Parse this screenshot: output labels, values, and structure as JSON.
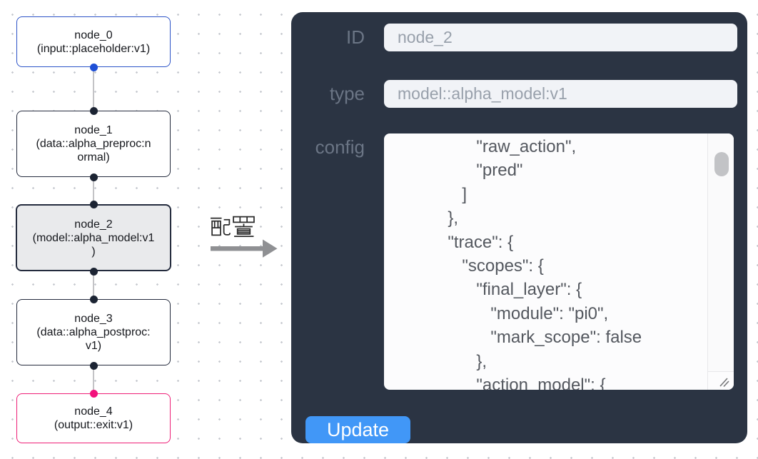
{
  "flow": {
    "nodes": [
      {
        "id": "node_0",
        "type": "input::placeholder:v1",
        "lines": [
          "node_0",
          "(input::placeholder:v1)"
        ]
      },
      {
        "id": "node_1",
        "type": "data::alpha_preproc:normal",
        "lines": [
          "node_1",
          "(data::alpha_preproc:n",
          "ormal)"
        ]
      },
      {
        "id": "node_2",
        "type": "model::alpha_model:v1",
        "selected": true,
        "lines": [
          "node_2",
          "(model::alpha_model:v1",
          ")"
        ]
      },
      {
        "id": "node_3",
        "type": "data::alpha_postproc:v1",
        "lines": [
          "node_3",
          "(data::alpha_postproc:",
          "v1)"
        ]
      },
      {
        "id": "node_4",
        "type": "output::exit:v1",
        "lines": [
          "node_4",
          "(output::exit:v1)"
        ]
      }
    ],
    "edges": [
      [
        "node_0",
        "node_1"
      ],
      [
        "node_1",
        "node_2"
      ],
      [
        "node_2",
        "node_3"
      ],
      [
        "node_3",
        "node_4"
      ]
    ]
  },
  "annotation": {
    "label": "配置",
    "arrow_icon": "right-arrow"
  },
  "panel": {
    "fields": [
      {
        "label": "ID",
        "value": "node_2"
      },
      {
        "label": "type",
        "value": "model::alpha_model:v1"
      }
    ],
    "config_label": "config",
    "config_text": "                 \"raw_action\",\n                 \"pred\"\n              ]\n           },\n           \"trace\": {\n              \"scopes\": {\n                 \"final_layer\": {\n                    \"module\": \"pi0\",\n                    \"mark_scope\": false\n                 },\n                 \"action_model\": {",
    "update_label": "Update"
  },
  "colors": {
    "panel_bg": "#2b3443",
    "input_bg": "#f1f3f7",
    "button_blue": "#4197f7",
    "node_input_border": "#2d54c8",
    "node_output_border": "#ee1f77",
    "node_default_border": "#242b3d",
    "node_selected_bg": "#e9eaec",
    "port_blue": "#1e4fd6",
    "port_dark": "#1c2433",
    "port_pink": "#f2127c",
    "label_gray": "#6b7585"
  }
}
